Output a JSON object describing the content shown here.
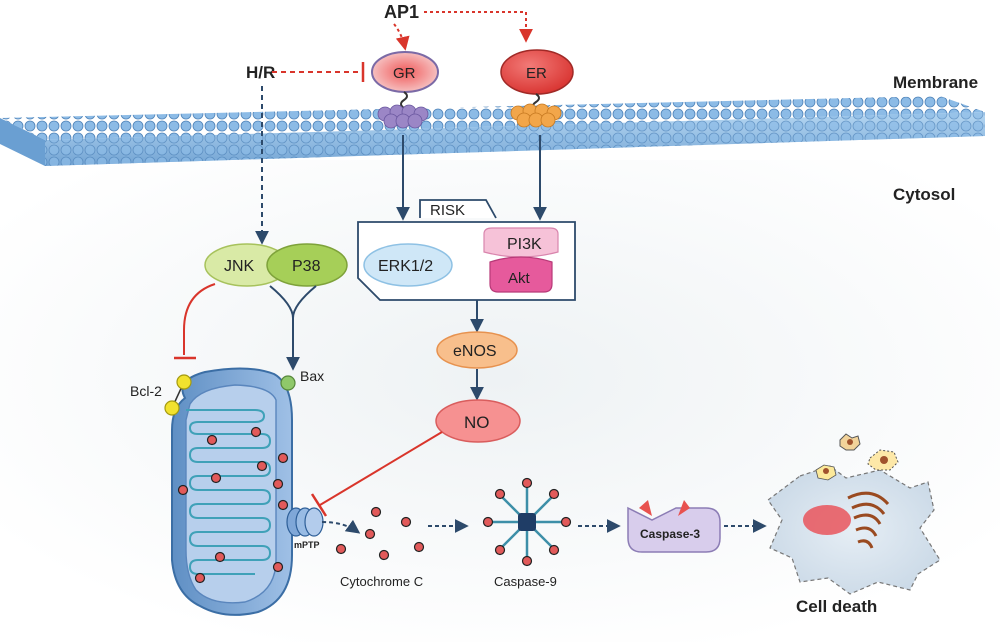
{
  "labels": {
    "ap1": "AP1",
    "hr": "H/R",
    "membrane": "Membrane",
    "cytosol": "Cytosol",
    "gr": "GR",
    "er": "ER",
    "risk": "RISK",
    "erk": "ERK1/2",
    "pi3k": "PI3K",
    "akt": "Akt",
    "jnk": "JNK",
    "p38": "P38",
    "enos": "eNOS",
    "no": "NO",
    "bcl2": "Bcl-2",
    "bax": "Bax",
    "mptp": "mPTP",
    "cytochrome_c": "Cytochrome C",
    "caspase9": "Caspase-9",
    "caspase3": "Caspase-3",
    "cell_death": "Cell death"
  },
  "colors": {
    "activation_arrow": "#2d4a6b",
    "inhibition": "#d9352b",
    "membrane_bead": "#7fb2e0",
    "mitochondria": "#7ea6d4",
    "gr_fill": "#f6b7b7",
    "er_fill": "#e8524f",
    "jnk_fill": "#c8e08a",
    "enos_fill": "#f6b27a",
    "no_fill": "#f58a8a",
    "erk_fill": "#bfe0f5",
    "pi3k_fill": "#f1a3c7",
    "caspase3_fill": "#d6cbe8"
  }
}
